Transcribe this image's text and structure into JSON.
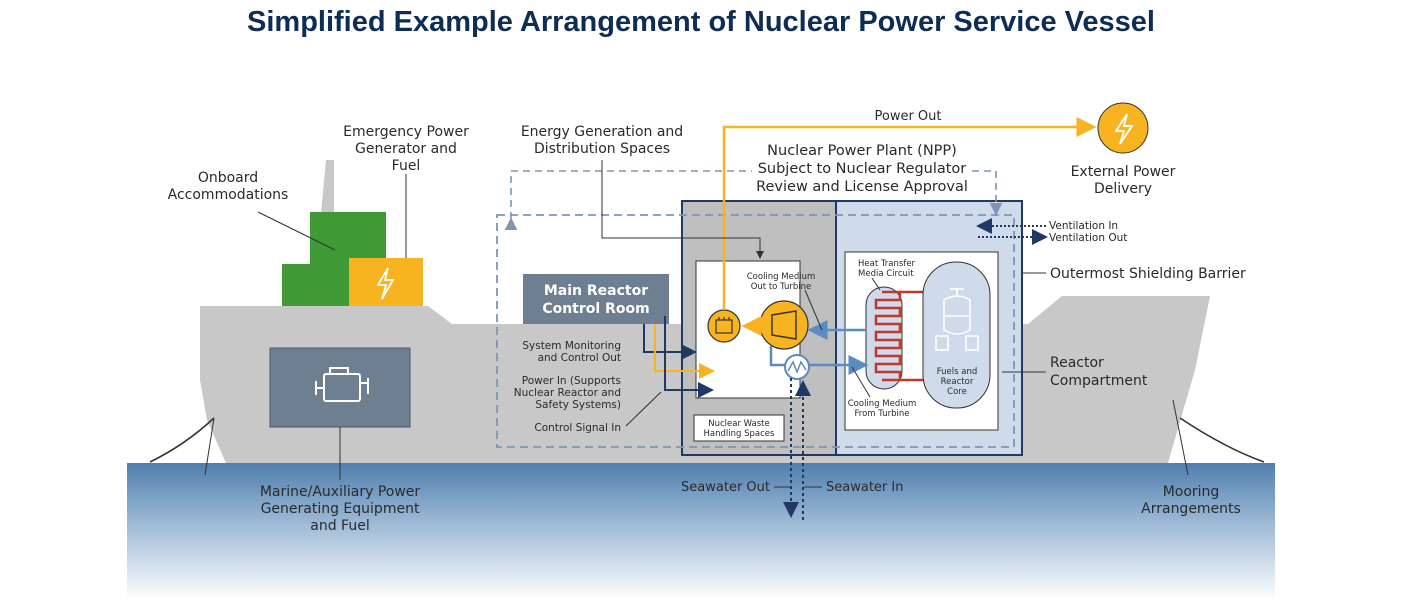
{
  "title": "Simplified Example Arrangement of Nuclear Power Service Vessel",
  "labels": {
    "onboard_accommodations": [
      "Onboard",
      "Accommodations"
    ],
    "emergency_power": [
      "Emergency Power",
      "Generator and",
      "Fuel"
    ],
    "energy_generation": [
      "Energy Generation and",
      "Distribution Spaces"
    ],
    "npp": [
      "Nuclear Power Plant (NPP)",
      "Subject to Nuclear Regulator",
      "Review and License Approval"
    ],
    "power_out": "Power Out",
    "external_power": [
      "External Power",
      "Delivery"
    ],
    "ventilation_in": "Ventilation In",
    "ventilation_out": "Ventilation Out",
    "outermost_barrier": "Outermost Shielding Barrier",
    "main_control_room": [
      "Main Reactor",
      "Control Room"
    ],
    "system_monitoring": [
      "System Monitoring",
      "and Control Out"
    ],
    "power_in": [
      "Power In (Supports",
      "Nuclear Reactor and",
      "Safety Systems)"
    ],
    "control_signal": "Control Signal In",
    "cooling_out": [
      "Cooling Medium",
      "Out to Turbine"
    ],
    "heat_transfer": [
      "Heat Transfer",
      "Media Circuit"
    ],
    "cooling_from": [
      "Cooling Medium",
      "From Turbine"
    ],
    "fuels_core": [
      "Fuels and",
      "Reactor",
      "Core"
    ],
    "nuclear_waste": [
      "Nuclear Waste",
      "Handling Spaces"
    ],
    "reactor_compartment": [
      "Reactor",
      "Compartment"
    ],
    "marine_aux": [
      "Marine/Auxiliary Power",
      "Generating Equipment",
      "and Fuel"
    ],
    "seawater_out": "Seawater Out",
    "seawater_in": "Seawater In",
    "mooring": [
      "Mooring",
      "Arrangements"
    ]
  },
  "colors": {
    "hull": "#c8c8c8",
    "accommodation": "#3f9a35",
    "power_yellow": "#f7b320",
    "control_room": "#6d7f91",
    "reactor_blue": "#cfdbea",
    "navy": "#1f3864",
    "pipe_blue": "#5b8cbf",
    "coil_red": "#c0392b",
    "water_top": "#4f7faf"
  },
  "icons": [
    "engine-icon",
    "lightning-icon",
    "turbine-icon",
    "generator-icon",
    "heat-exchanger-icon",
    "reactor-vessel-icon"
  ]
}
